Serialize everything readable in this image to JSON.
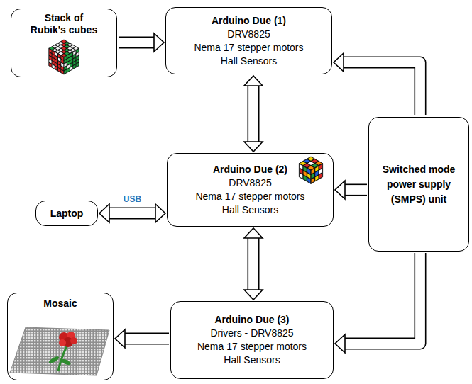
{
  "diagram": {
    "nodes": [
      {
        "text": [
          "Stack of Rubik's cubes"
        ]
      },
      {
        "text": [
          "Arduino Due (1)",
          "DRV8825",
          "Nema 17 stepper motors",
          "Hall Sensors"
        ]
      },
      {
        "text": [
          "Laptop"
        ]
      },
      {
        "text": [
          "Arduino Due (2)",
          "DRV8825",
          "Nema 17 stepper motors",
          "Hall Sensors"
        ]
      },
      {
        "text": [
          "Switched mode power supply (SMPS) unit"
        ]
      },
      {
        "text": [
          "Mosaic"
        ]
      },
      {
        "text": [
          "Arduino Due (3)",
          "Drivers - DRV8825",
          "Nema 17 stepper motors",
          "Hall Sensors"
        ]
      }
    ],
    "edges": [
      {
        "from": 0,
        "to": 1,
        "arrow": "to"
      },
      {
        "from": 1,
        "to": 3,
        "arrow": "both"
      },
      {
        "from": 2,
        "to": 3,
        "label": "USB",
        "arrow": "both"
      },
      {
        "from": 3,
        "to": 6,
        "arrow": "both"
      },
      {
        "from": 4,
        "to": 1,
        "arrow": "to"
      },
      {
        "from": 4,
        "to": 3,
        "arrow": "to"
      },
      {
        "from": 4,
        "to": 6,
        "arrow": "to"
      },
      {
        "from": 6,
        "to": 5,
        "arrow": "to"
      }
    ]
  }
}
